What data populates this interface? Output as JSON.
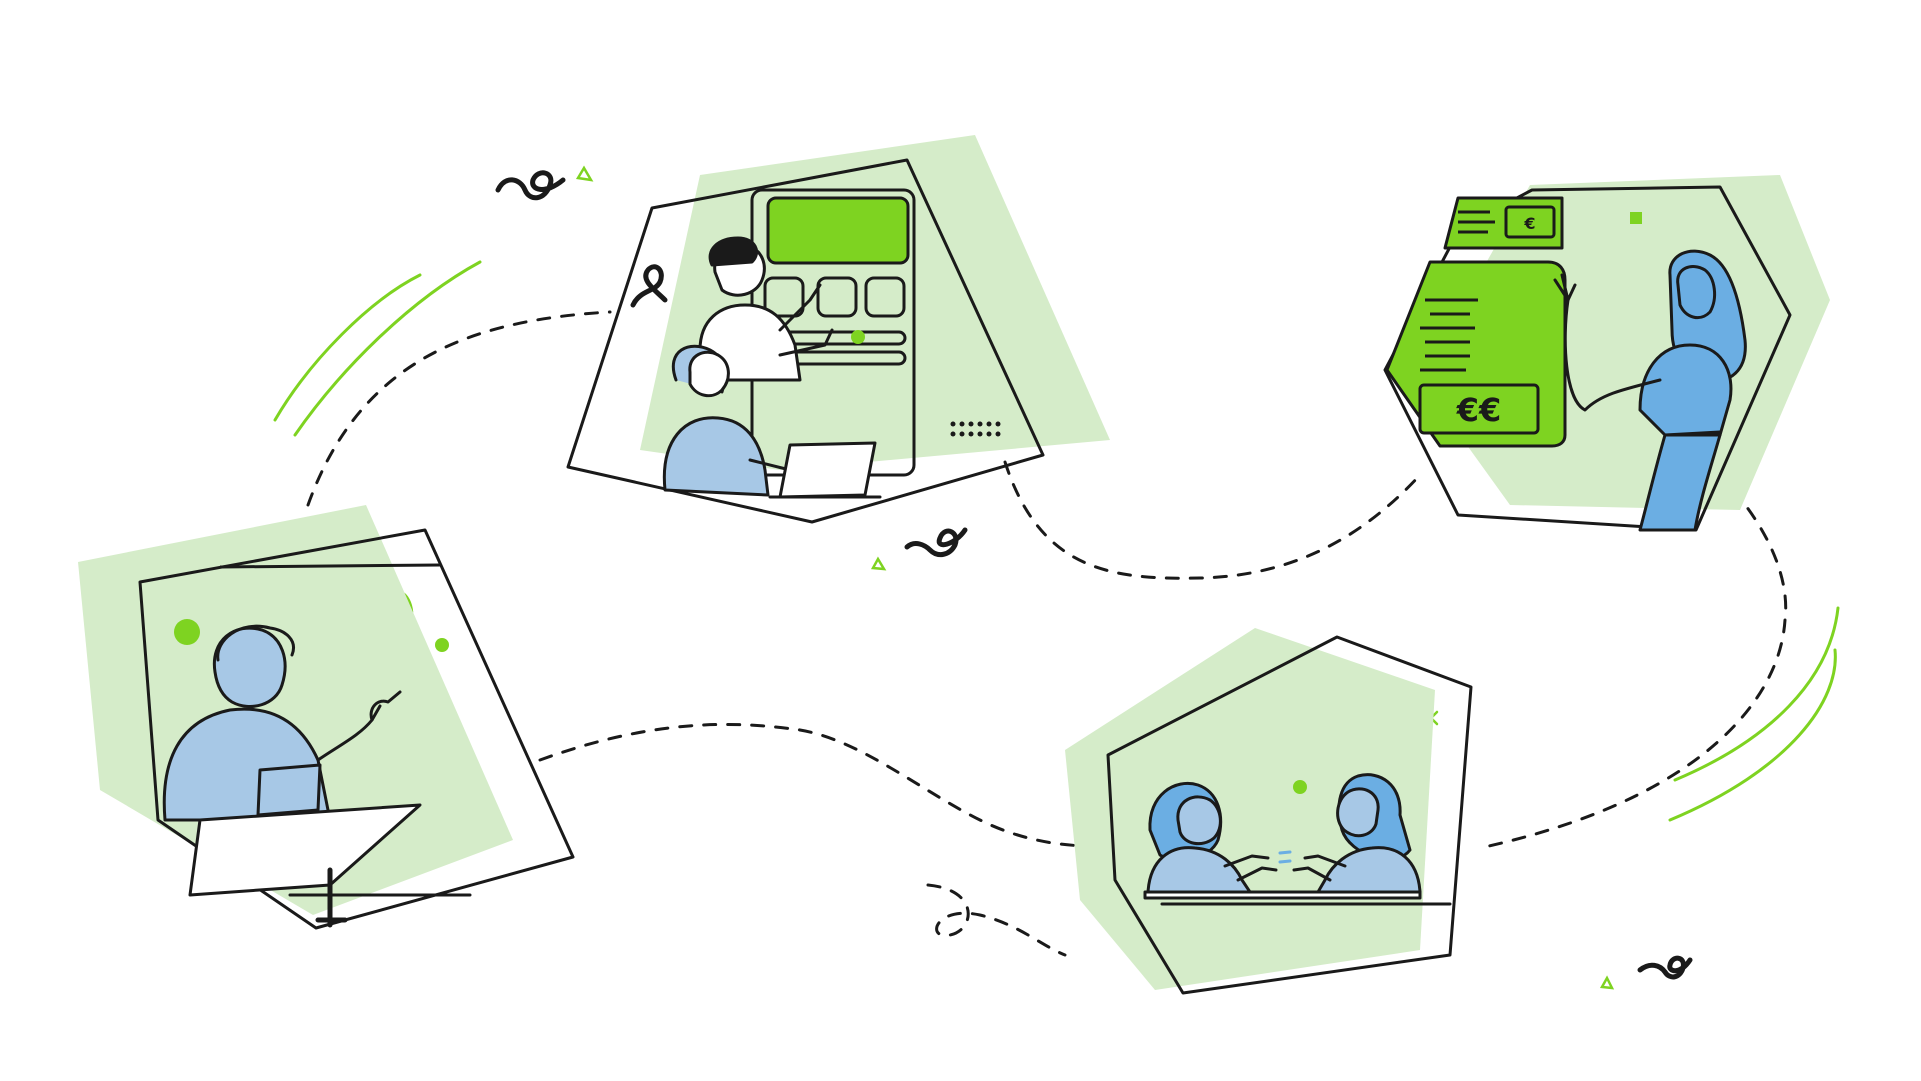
{
  "colors": {
    "background": "#ffffff",
    "outline": "#1a1a1a",
    "accent_green": "#7ed321",
    "pale_green": "#d5ecc9",
    "person_blue": "#6baee3",
    "light_blue": "#a7c8e6"
  },
  "labels": {
    "euro_small": "€",
    "euro_large": "€€"
  },
  "scenes": [
    {
      "name": "meeting-presenter-scene",
      "icon": "presenter-with-tablet-icon"
    },
    {
      "name": "app-design-scene",
      "icon": "mobile-app-wireframe-icon"
    },
    {
      "name": "payment-scene",
      "icon": "euro-payment-screen-icon"
    },
    {
      "name": "conversation-scene",
      "icon": "two-people-talking-icon"
    }
  ]
}
